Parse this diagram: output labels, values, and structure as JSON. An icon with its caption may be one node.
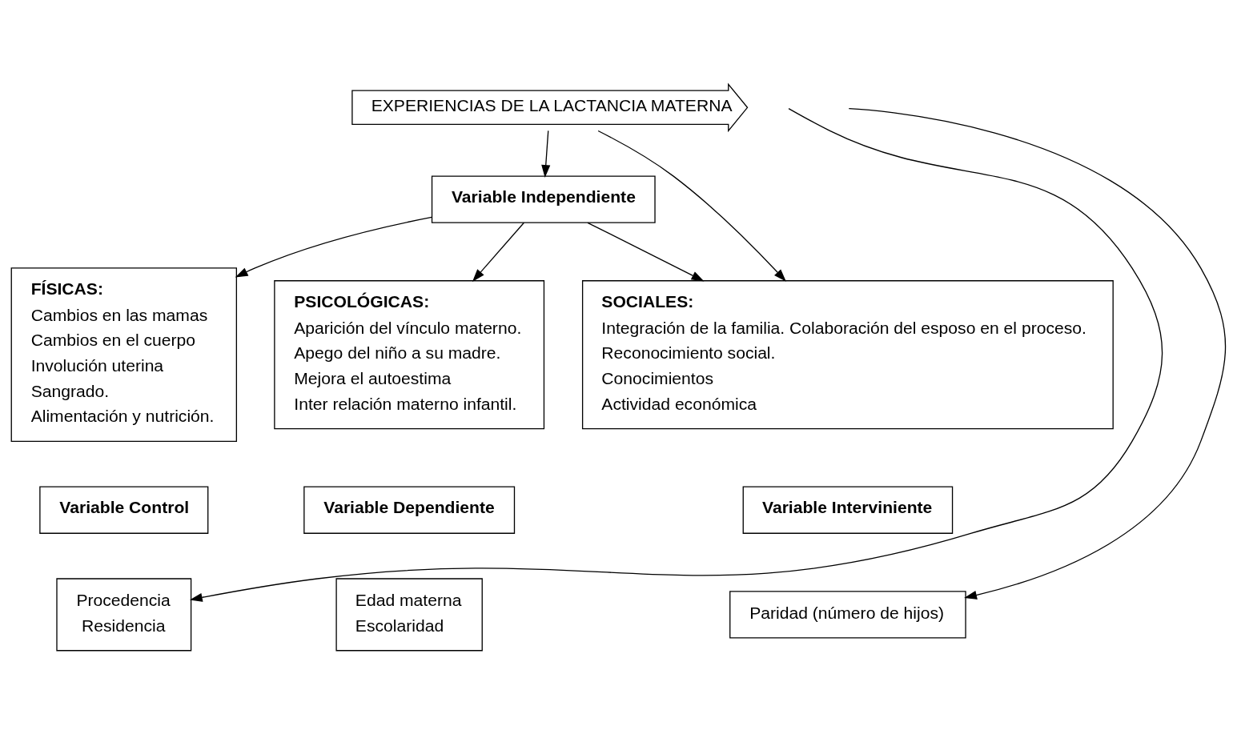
{
  "diagram": {
    "nodes": [
      {
        "text": [
          "EXPERIENCIAS DE LA LACTANCIA MATERNA"
        ]
      },
      {
        "text": [
          "Variable Independiente"
        ]
      },
      {
        "text": [
          "FÍSICAS:",
          "Cambios en las mamas",
          "Cambios en el cuerpo",
          "Involución uterina",
          "Sangrado.",
          "Alimentación y nutrición."
        ]
      },
      {
        "text": [
          "PSICOLÓGICAS:",
          "Aparición del vínculo materno.",
          "Apego del niño a su madre.",
          "Mejora el autoestima",
          "Inter relación materno infantil."
        ]
      },
      {
        "text": [
          "SOCIALES:",
          "Integración de la familia. Colaboración del esposo en el proceso.",
          "Reconocimiento social.",
          "Conocimientos",
          "Actividad económica"
        ]
      },
      {
        "text": [
          "Variable Control"
        ]
      },
      {
        "text": [
          "Variable Dependiente"
        ]
      },
      {
        "text": [
          "Variable Interviniente"
        ]
      },
      {
        "text": [
          "Procedencia",
          "Residencia"
        ]
      },
      {
        "text": [
          "Edad materna",
          "Escolaridad"
        ]
      },
      {
        "text": [
          "Paridad (número de hijos)"
        ]
      }
    ],
    "edges": [
      {
        "from": 0,
        "to": 1,
        "arrow": "to"
      },
      {
        "from": 0,
        "to": 4,
        "arrow": "to"
      },
      {
        "from": null,
        "to": 8,
        "arrow": "to"
      },
      {
        "from": null,
        "to": 10,
        "arrow": "to"
      },
      {
        "from": 1,
        "to": 2,
        "arrow": "to"
      },
      {
        "from": 1,
        "to": 3,
        "arrow": "to"
      },
      {
        "from": 1,
        "to": 4,
        "arrow": "to"
      }
    ]
  }
}
